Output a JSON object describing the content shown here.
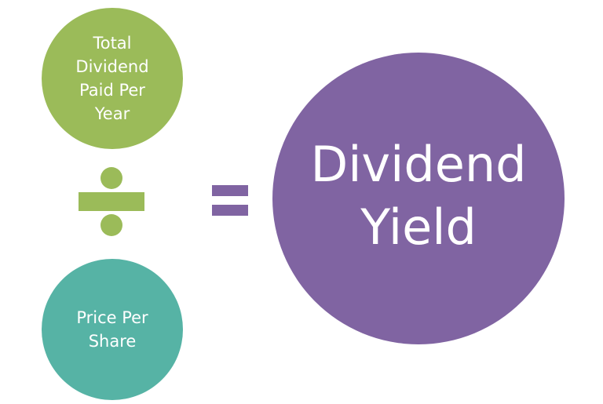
{
  "operands": {
    "numerator": "Total\nDividend\nPaid Per\nYear",
    "denominator": "Price Per\nShare"
  },
  "result": "Dividend\nYield",
  "colors": {
    "numerator_fill": "#9bbb59",
    "denominator_fill": "#56b3a5",
    "result_fill": "#8064a2",
    "divide_sign": "#9bbb59",
    "equals_sign": "#8064a2"
  },
  "icons": {
    "divide": "division-sign-icon",
    "equals": "equals-sign-icon"
  }
}
